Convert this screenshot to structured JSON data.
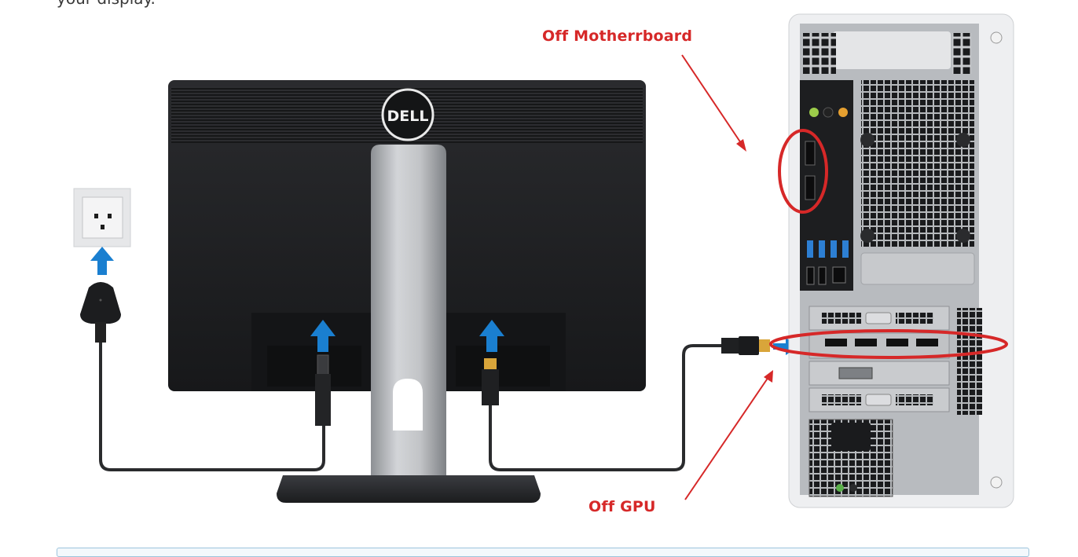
{
  "document": {
    "intro_text_fragment": "your display."
  },
  "figure": {
    "description": "Connecting a Dell monitor to a desktop PC: power cable to wall outlet, HDMI from monitor to PC",
    "labels": {
      "motherboard": "Off Motherrboard",
      "gpu": "Off GPU"
    },
    "monitor_brand": "DELL",
    "colors": {
      "annotation_red": "#d62828",
      "arrow_blue": "#1a7fd0",
      "monitor_black": "#1e1f22",
      "stand_silver": "#b4b6b9",
      "case_white": "#eeeff1",
      "panel_gray": "#a9acb0",
      "hdmi_gold": "#d9a53a"
    }
  }
}
